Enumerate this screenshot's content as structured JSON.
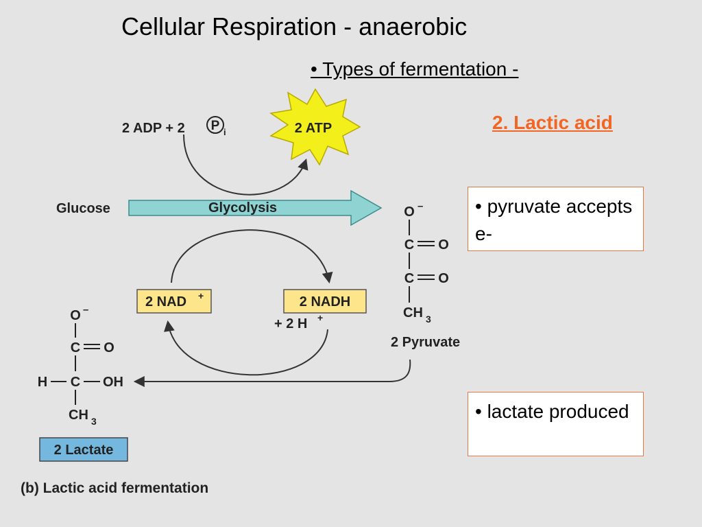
{
  "slide": {
    "title": "Cellular Respiration - anaerobic",
    "subtitle": "• Types of fermentation -",
    "heading": "2. Lactic acid",
    "notes": [
      "• pyruvate accepts e-",
      "• lactate produced"
    ]
  },
  "diagram": {
    "adp_label": "2 ADP + 2",
    "pi_symbol": "P",
    "pi_subscript": "i",
    "atp_label": "2 ATP",
    "glucose_label": "Glucose",
    "glycolysis_label": "Glycolysis",
    "nad_label": "2 NAD",
    "nad_superscript": "+",
    "nadh_label": "2 NADH",
    "h_label": "+ 2 H",
    "h_superscript": "+",
    "pyruvate_label": "2 Pyruvate",
    "lactate_label": "2 Lactate",
    "caption": "(b) Lactic acid fermentation",
    "pyruvate_structure": {
      "o_minus": "O",
      "minus": "–",
      "carbon": "C",
      "oxygen": "O",
      "ch": "CH",
      "sub3": "3"
    },
    "lactate_structure": {
      "o_minus": "O",
      "minus": "–",
      "carbon": "C",
      "oxygen": "O",
      "h": "H",
      "oh": "OH",
      "ch": "CH",
      "sub3": "3"
    }
  },
  "colors": {
    "background": "#e4e4e4",
    "glycolysis_arrow": "#8fd3d3",
    "atp_burst": "#f2ef1a",
    "nad_box": "#fde58c",
    "lactate_box": "#74b8df",
    "heading": "#f26522",
    "note_border": "#e07a40"
  }
}
